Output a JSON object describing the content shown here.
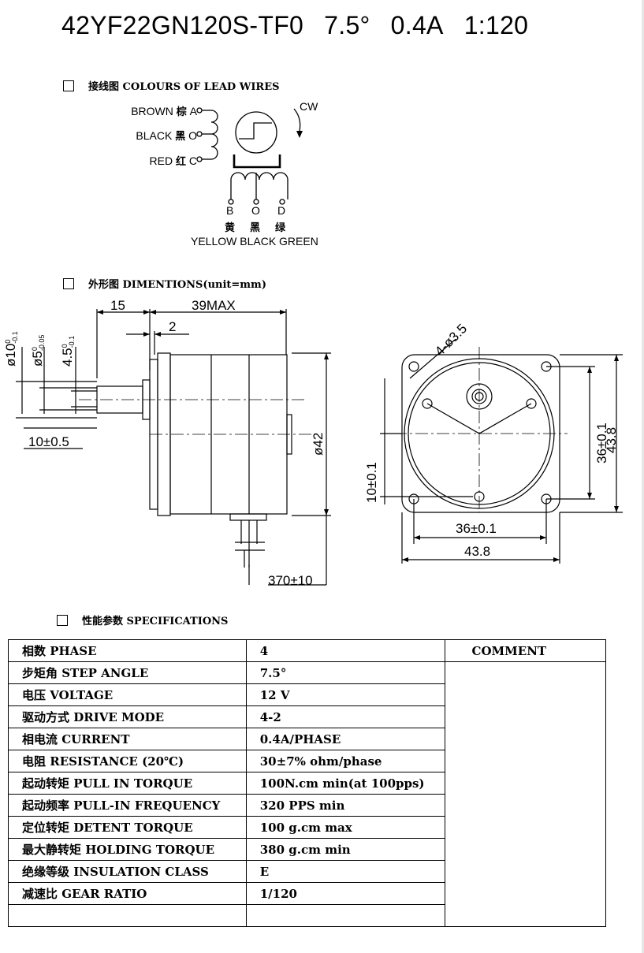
{
  "title": {
    "model": "42YF22GN120S-TF0",
    "angle": "7.5°",
    "current": "0.4A",
    "ratio": "1:120"
  },
  "sections": {
    "wires": "接线图 COLOURS OF LEAD WIRES",
    "dims": "外形图 DIMENTIONS(unit=mm)",
    "specs": "性能参数 SPECIFICATIONS"
  },
  "wiring": {
    "left": [
      {
        "en": "BROWN",
        "zh": "棕",
        "pin": "A"
      },
      {
        "en": "BLACK",
        "zh": "黑",
        "pin": "O"
      },
      {
        "en": "RED",
        "zh": "红",
        "pin": "C"
      }
    ],
    "bottom_pins": [
      "B",
      "O",
      "D"
    ],
    "bottom_zh": [
      "黄",
      "黑",
      "绿"
    ],
    "bottom_en": "YELLOW BLACK GREEN",
    "cw": "CW"
  },
  "dimensions": {
    "d10": "ø10",
    "d10_tol_top": "0",
    "d10_tol_bot": "-0.1",
    "d5": "ø5",
    "d5_tol_top": "0",
    "d5_tol_bot": "-0.05",
    "d45": "4.5",
    "d45_tol_top": "0",
    "d45_tol_bot": "-0.1",
    "len15": "15",
    "len39": "39MAX",
    "len2": "2",
    "shaft": "10±0.5",
    "dia42": "ø42",
    "wire": "370±10",
    "holes": "4-ø3.5",
    "pitch_v": "36±0.1",
    "height": "43.8",
    "pitch_h": "36±0.1",
    "width": "43.8",
    "offset": "10±0.1"
  },
  "specs": {
    "comment": "COMMENT",
    "rows": [
      {
        "param": "相数 PHASE",
        "value": "4"
      },
      {
        "param": "步矩角 STEP ANGLE",
        "value": "7.5°"
      },
      {
        "param": "电压 VOLTAGE",
        "value": "12 V"
      },
      {
        "param": "驱动方式  DRIVE MODE",
        "value": "4-2"
      },
      {
        "param": "相电流 CURRENT",
        "value": "0.4A/PHASE"
      },
      {
        "param": "电阻 RESISTANCE (20℃)",
        "value": "30±7%  ohm/phase"
      },
      {
        "param": "起动转矩 PULL IN TORQUE",
        "value": "100N.cm min(at 100pps)"
      },
      {
        "param": "起动频率 PULL-IN FREQUENCY",
        "value": "320 PPS min"
      },
      {
        "param": "定位转矩 DETENT TORQUE",
        "value": "100     g.cm max"
      },
      {
        "param": "最大静转矩 HOLDING TORQUE",
        "value": "380     g.cm min"
      },
      {
        "param": "绝缘等级 INSULATION CLASS",
        "value": "E"
      },
      {
        "param": "减速比 GEAR RATIO",
        "value": "1/120"
      },
      {
        "param": "",
        "value": ""
      }
    ]
  }
}
